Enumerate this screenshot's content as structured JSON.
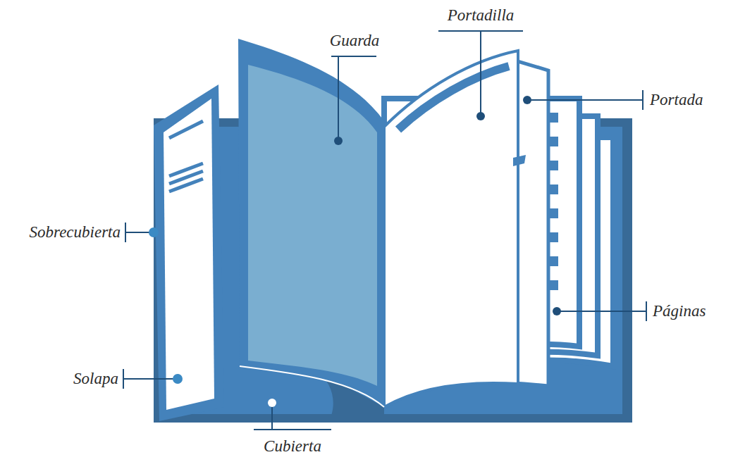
{
  "diagram": {
    "labels": [
      "Portadilla",
      "Guarda",
      "Portada",
      "Sobrecubierta",
      "Páginas",
      "Solapa",
      "Cubierta"
    ]
  }
}
